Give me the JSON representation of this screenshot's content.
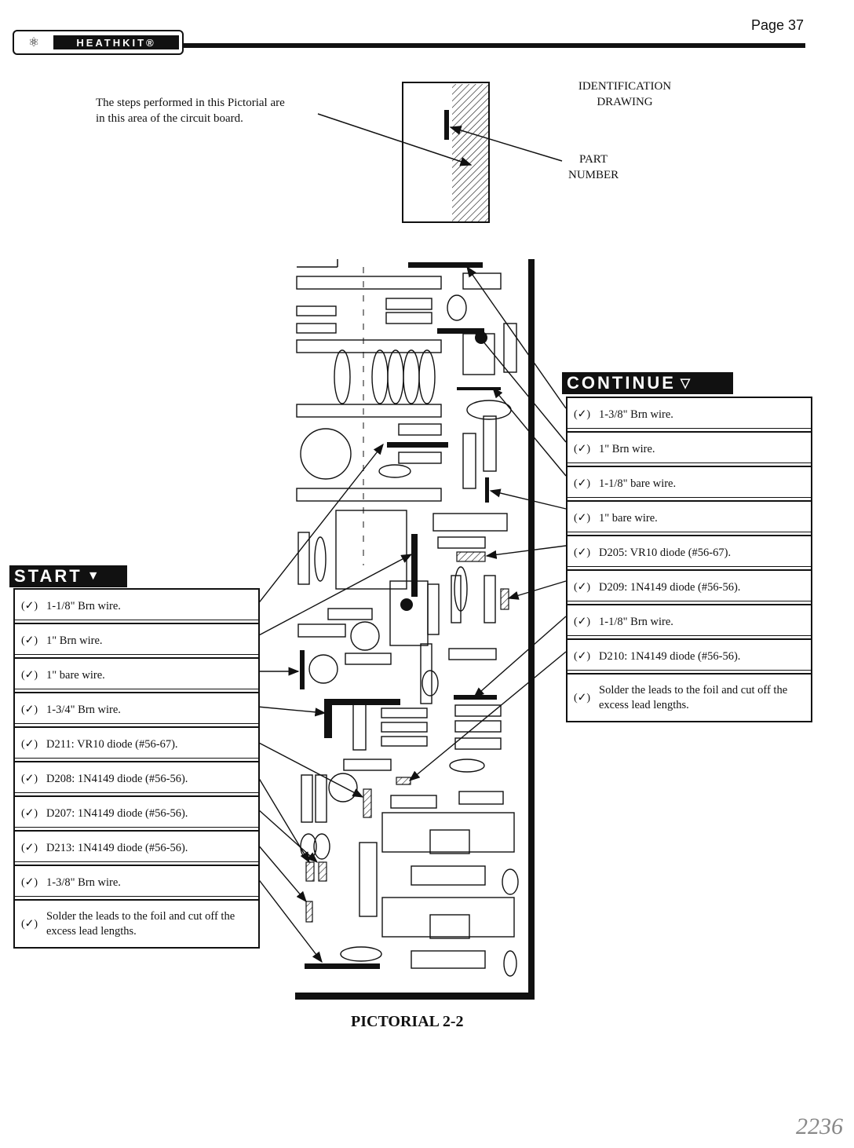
{
  "header": {
    "page_number": "Page 37",
    "logo_text": "HEATHKIT®"
  },
  "intro": {
    "text_line1": "The steps performed in this Pictorial are",
    "text_line2": "in this area of the circuit board."
  },
  "identification": {
    "line1": "IDENTIFICATION",
    "line2": "DRAWING",
    "part_line1": "PART",
    "part_line2": "NUMBER"
  },
  "start": {
    "banner": "START",
    "steps": [
      {
        "check": "(✓)",
        "text": "1-1/8\" Brn wire."
      },
      {
        "check": "(✓)",
        "text": "1\" Brn wire."
      },
      {
        "check": "(✓)",
        "text": "1\" bare wire."
      },
      {
        "check": "(✓)",
        "text": "1-3/4\" Brn wire."
      },
      {
        "check": "(✓)",
        "text": "D211: VR10 diode (#56-67)."
      },
      {
        "check": "(✓)",
        "text": "D208: 1N4149 diode (#56-56)."
      },
      {
        "check": "(✓)",
        "text": "D207: 1N4149 diode (#56-56)."
      },
      {
        "check": "(✓)",
        "text": "D213: 1N4149 diode (#56-56)."
      },
      {
        "check": "(✓)",
        "text": "1-3/8\" Brn wire."
      },
      {
        "check": "(✓)",
        "text": "Solder the leads to the foil and cut off the excess lead lengths."
      }
    ]
  },
  "continue": {
    "banner": "CONTINUE",
    "steps": [
      {
        "check": "(✓)",
        "text": "1-3/8\" Brn wire."
      },
      {
        "check": "(✓)",
        "text": "1\" Brn wire."
      },
      {
        "check": "(✓)",
        "text": "1-1/8\" bare wire."
      },
      {
        "check": "(✓)",
        "text": "1\" bare wire."
      },
      {
        "check": "(✓)",
        "text": "D205: VR10 diode (#56-67)."
      },
      {
        "check": "(✓)",
        "text": "D209: 1N4149 diode (#56-56)."
      },
      {
        "check": "(✓)",
        "text": "1-1/8\" Brn wire."
      },
      {
        "check": "(✓)",
        "text": "D210: 1N4149 diode (#56-56)."
      },
      {
        "check": "(✓)",
        "text": "Solder the leads to the foil and cut off the excess lead lengths."
      }
    ]
  },
  "caption": "PICTORIAL 2-2",
  "handwriting": "2236"
}
